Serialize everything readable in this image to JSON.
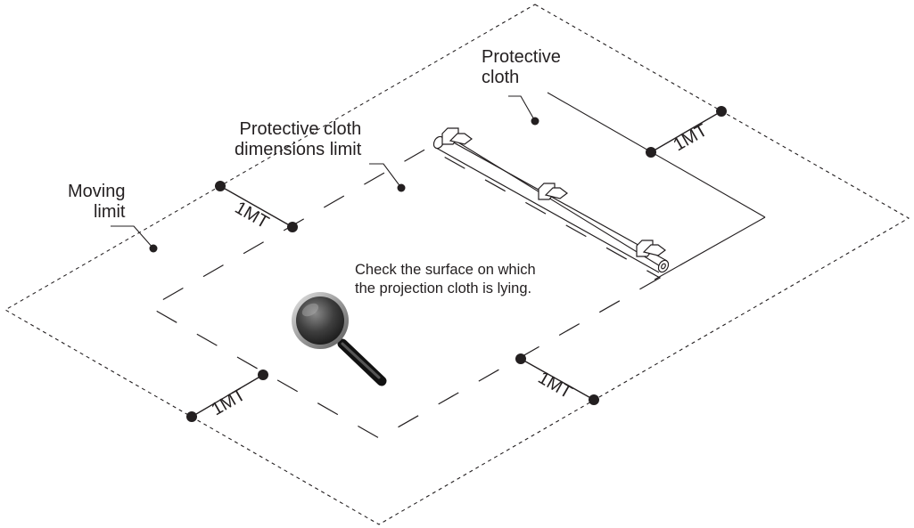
{
  "labels": {
    "protective_cloth": [
      "Protective",
      "cloth"
    ],
    "dimensions_limit": [
      "Protective cloth",
      "dimensions limit"
    ],
    "moving_limit": [
      "Moving",
      "limit"
    ],
    "note": [
      "Check the surface on which",
      "the projection cloth is lying."
    ]
  },
  "dimensions": {
    "top_left": "1MT",
    "top_right": "1MT",
    "bottom_left": "1MT",
    "bottom_right": "1MT"
  },
  "colors": {
    "ink": "#231f20",
    "lens": "#3a3a3a",
    "handle": "#2a2a2a"
  },
  "icons": {
    "magnifier": "magnifying-glass-icon"
  }
}
